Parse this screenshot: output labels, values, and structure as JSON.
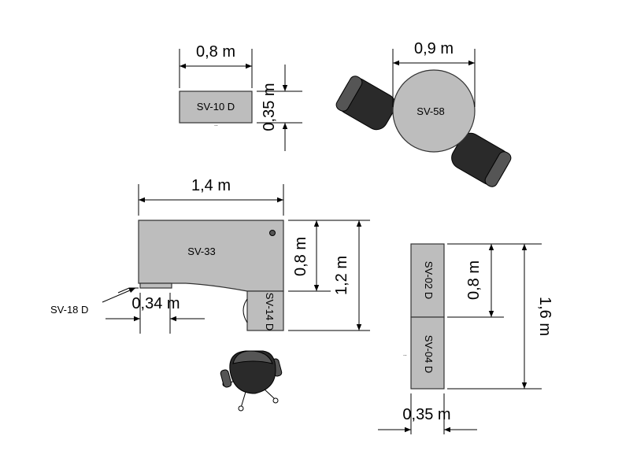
{
  "dimensions": {
    "sv10_width": "0,8 m",
    "sv10_depth": "0,35 m",
    "sv58_diameter": "0,9 m",
    "sv33_width": "1,4 m",
    "sv33_depth_short": "0,8 m",
    "sv33_depth_long": "1,2 m",
    "sv14_width": "0,34 m",
    "right_unit_half": "0,8 m",
    "right_unit_total": "1,6 m",
    "right_unit_width": "0,35 m"
  },
  "furniture": {
    "sv10": "SV-10 D",
    "sv58": "SV-58",
    "sv33": "SV-33",
    "sv14": "SV-14 D",
    "sv18": "SV-18 D",
    "sv02": "SV-02 D",
    "sv04": "SV-04 D"
  },
  "colors": {
    "furniture_fill": "#bdbdbd",
    "chair_fill": "#2a2a2a"
  }
}
